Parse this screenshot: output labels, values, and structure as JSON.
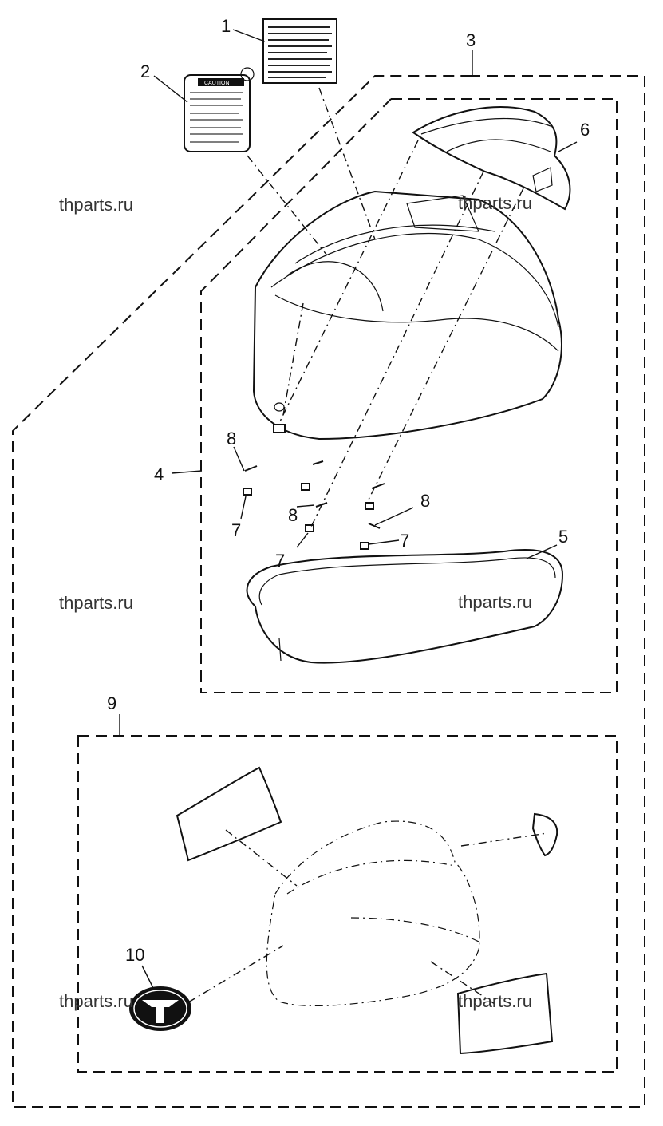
{
  "callouts": [
    "1",
    "2",
    "3",
    "4",
    "5",
    "6",
    "7",
    "7",
    "7",
    "8",
    "8",
    "8",
    "9",
    "10"
  ],
  "watermark": "thparts.ru",
  "labels": {
    "caution_title": "CAUTION"
  }
}
